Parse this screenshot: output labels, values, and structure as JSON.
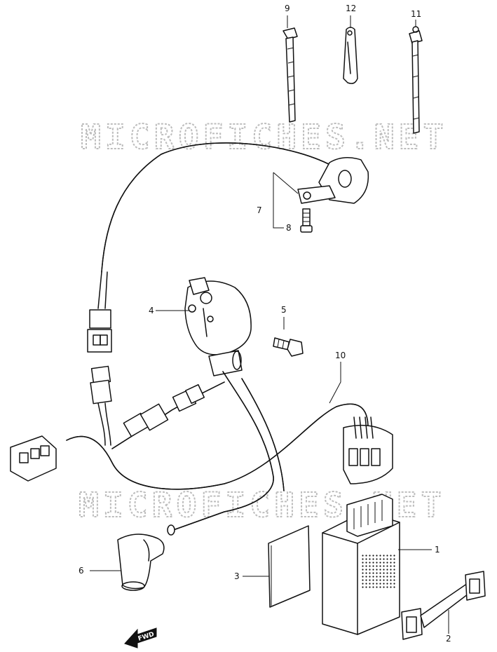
{
  "watermark": {
    "top": "MICROFICHES.NET",
    "bottom": "MICROFICHES.NET"
  },
  "direction_label": "FWD",
  "callouts": {
    "c1": "1",
    "c2": "2",
    "c3": "3",
    "c4": "4",
    "c5": "5",
    "c6": "6",
    "c7": "7",
    "c8": "8",
    "c9": "9",
    "c10": "10",
    "c11": "11",
    "c12": "12"
  }
}
